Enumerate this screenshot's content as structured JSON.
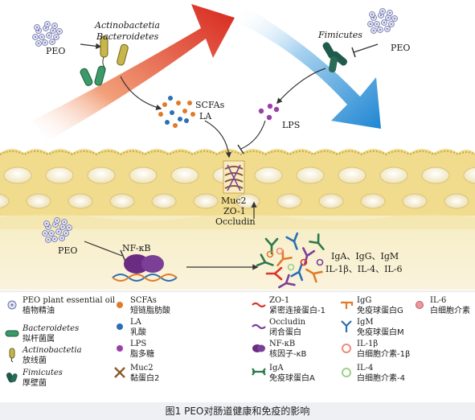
{
  "diagram": {
    "labels": {
      "peo_top": "PEO",
      "actinobacteria": "Actinobactetia",
      "bacteroidetes": "Bacteroidetes",
      "firmicutes": "Fimicutes",
      "peo_right": "PEO",
      "scfas": "SCFAs",
      "la": "LA",
      "lps": "LPS",
      "muc2": "Muc2",
      "zo1": "ZO-1",
      "occludin": "Occludin",
      "peo_bottom": "PEO",
      "nfkb": "NF-κB",
      "immune_line1": "IgA、IgG、IgM",
      "immune_line2": "IL-1β、IL-4、IL-6"
    }
  },
  "legend": [
    {
      "key": "peo",
      "icon": "dots-cluster-icon",
      "en": "PEO plant essential oil",
      "zh": "植物精油"
    },
    {
      "key": "bacteroidetes",
      "icon": "rod-bacterium-icon",
      "en": "Bacteroidetes",
      "zh": "拟杆菌属",
      "italic": true
    },
    {
      "key": "actinobacteria",
      "icon": "flagellated-bacterium-icon",
      "en": "Actinobactetia",
      "zh": "放线菌",
      "italic": true
    },
    {
      "key": "firmicutes",
      "icon": "dark-rod-bacterium-icon",
      "en": "Fimicutes",
      "zh": "厚壁菌",
      "italic": true
    },
    {
      "key": "scfas",
      "icon": "orange-dot-icon",
      "en": "SCFAs",
      "zh": "短链脂肪酸"
    },
    {
      "key": "la",
      "icon": "blue-dot-icon",
      "en": "LA",
      "zh": "乳酸"
    },
    {
      "key": "lps",
      "icon": "purple-dot-icon",
      "en": "LPS",
      "zh": "脂多糖"
    },
    {
      "key": "muc2",
      "icon": "muc2-icon",
      "en": "Muc2",
      "zh": "黏蛋白2"
    },
    {
      "key": "zo1",
      "icon": "red-line-icon",
      "en": "ZO-1",
      "zh": "紧密连接蛋白-1"
    },
    {
      "key": "occludin",
      "icon": "purple-line-icon",
      "en": "Occludin",
      "zh": "闭合蛋白"
    },
    {
      "key": "nfkb",
      "icon": "nfkb-blob-icon",
      "en": "NF-κB",
      "zh": "核因子-κB"
    },
    {
      "key": "iga",
      "icon": "iga-antibody-icon",
      "en": "IgA",
      "zh": "免疫球蛋白A"
    },
    {
      "key": "igg",
      "icon": "igg-antibody-icon",
      "en": "IgG",
      "zh": "免疫球蛋白G"
    },
    {
      "key": "igm",
      "icon": "igm-antibody-icon",
      "en": "IgM",
      "zh": "免疫球蛋白M"
    },
    {
      "key": "il1b",
      "icon": "il1b-ring-icon",
      "en": "IL-1β",
      "zh": "白细胞介素-1β"
    },
    {
      "key": "il4",
      "icon": "il4-ring-icon",
      "en": "IL-4",
      "zh": "白细胞介素-4"
    },
    {
      "key": "il6",
      "icon": "il6-dot-icon",
      "en": "IL-6",
      "zh": "白细胞介素"
    }
  ],
  "caption": "图1  PEO对肠道健康和免疫的影响",
  "colors": {
    "red_arrow": "#d9342b",
    "blue_arrow": "#2b8fd6",
    "epithelium": "#f3e7b4",
    "lumen": "#f7f0d8",
    "purple": "#7b3f98",
    "green": "#2d7a4b",
    "orange": "#e07b2a"
  }
}
